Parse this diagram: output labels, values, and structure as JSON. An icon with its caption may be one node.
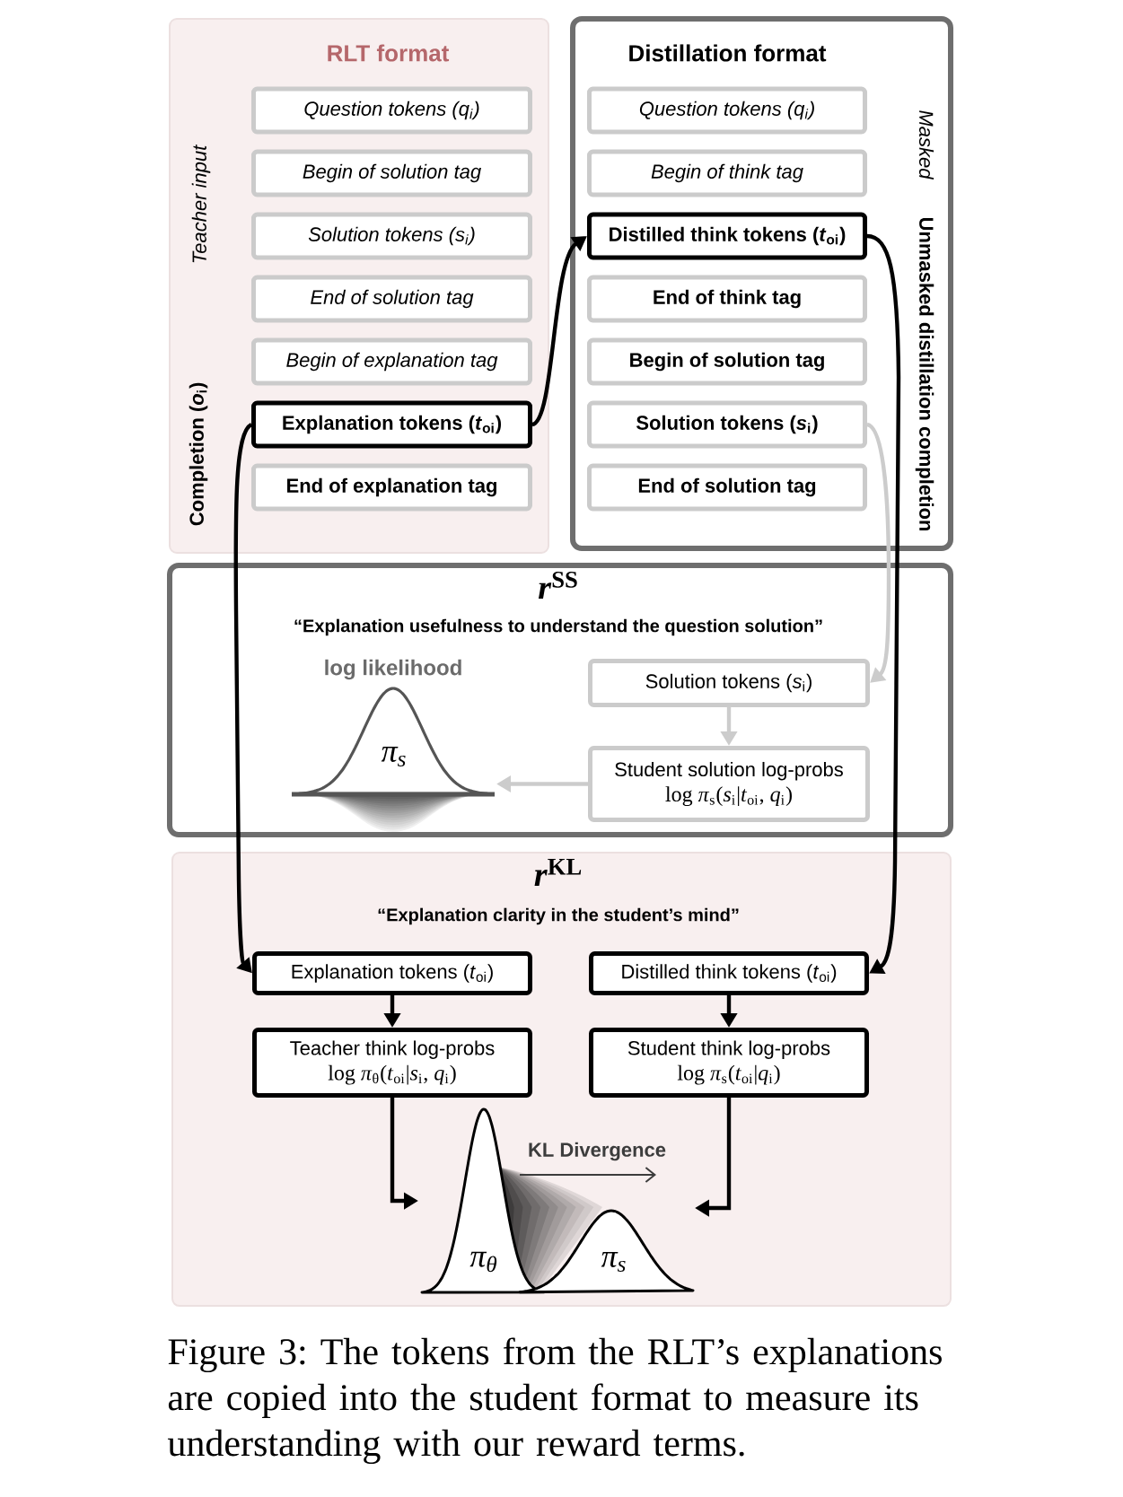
{
  "diagram": {
    "caption": "Figure 3: The tokens from the RLT’s explanations are copied into the student format to measure its understanding with our reward terms.",
    "nodes": [
      {
        "text": [
          "RLT format",
          "Teacher input",
          "Completion (*o*$_{i}$)"
        ]
      },
      {
        "text": [
          "Question tokens (q$_{i}$)"
        ],
        "in": 0
      },
      {
        "text": [
          "Begin of solution tag"
        ],
        "in": 0
      },
      {
        "text": [
          "Solution tokens (s$_{i}$)"
        ],
        "in": 0
      },
      {
        "text": [
          "End of solution tag"
        ],
        "in": 0
      },
      {
        "text": [
          "Begin of explanation tag"
        ],
        "in": 0
      },
      {
        "text": [
          "Explanation tokens (*t*$_{oi}$)"
        ],
        "in": 0
      },
      {
        "text": [
          "End of explanation tag"
        ],
        "in": 0
      },
      {
        "text": [
          "Distillation format",
          "Masked",
          "Unmasked distillation completion"
        ]
      },
      {
        "text": [
          "Question tokens (q$_{i}$)"
        ],
        "in": 8
      },
      {
        "text": [
          "Begin of think tag"
        ],
        "in": 8
      },
      {
        "text": [
          "Distilled think tokens (*t*$_{oi}$)"
        ],
        "in": 8
      },
      {
        "text": [
          "End of think tag"
        ],
        "in": 8
      },
      {
        "text": [
          "Begin of solution tag"
        ],
        "in": 8
      },
      {
        "text": [
          "Solution tokens (*s*$_{i}$)"
        ],
        "in": 8
      },
      {
        "text": [
          "End of solution tag"
        ],
        "in": 8
      },
      {
        "text": [
          "*r*$^{SS}$",
          "“Explanation usefulness to understand the question solution”"
        ]
      },
      {
        "text": [
          "log likelihood",
          "π$_{s}$"
        ],
        "in": 16
      },
      {
        "text": [
          "Solution tokens (*s*$_{i}$)"
        ],
        "in": 16
      },
      {
        "text": [
          "Student solution log-probs",
          "log *π*$_{s}$(*s*$_{i}$|*t*$_{oi}$, *q*$_{i}$)"
        ],
        "in": 16
      },
      {
        "text": [
          "*r*$^{KL}$",
          "“Explanation clarity in the student’s mind”"
        ]
      },
      {
        "text": [
          "Explanation tokens (*t*$_{oi}$)"
        ],
        "in": 20
      },
      {
        "text": [
          "Distilled think tokens (*t*$_{oi}$)"
        ],
        "in": 20
      },
      {
        "text": [
          "Teacher think log-probs",
          "log *π*$_{θ}$(*t*$_{oi}$|*s*$_{i}$, *q*$_{i}$)"
        ],
        "in": 20
      },
      {
        "text": [
          "Student think log-probs",
          "log *π*$_{s}$(*t*$_{oi}$|*q*$_{i}$)"
        ],
        "in": 20
      },
      {
        "text": [
          "π$_{θ}$"
        ],
        "in": 20
      },
      {
        "text": [
          "π$_{s}$"
        ],
        "in": 20
      }
    ],
    "edges": [
      {
        "from": 6,
        "to": 11,
        "arrow": "to"
      },
      {
        "from": 6,
        "to": 21,
        "arrow": "to"
      },
      {
        "from": 11,
        "to": 22,
        "arrow": "to"
      },
      {
        "from": 14,
        "to": 18,
        "arrow": "to",
        "color": "#cccccc"
      },
      {
        "from": 18,
        "to": 19,
        "arrow": "to",
        "color": "#cccccc"
      },
      {
        "from": 19,
        "to": 17,
        "arrow": "to",
        "color": "#cccccc"
      },
      {
        "from": 21,
        "to": 23,
        "arrow": "to"
      },
      {
        "from": 22,
        "to": 24,
        "arrow": "to"
      },
      {
        "from": 23,
        "to": 25,
        "arrow": "to"
      },
      {
        "from": 24,
        "to": 26,
        "arrow": "to"
      }
    ],
    "labels": [
      "KL Divergence"
    ]
  }
}
